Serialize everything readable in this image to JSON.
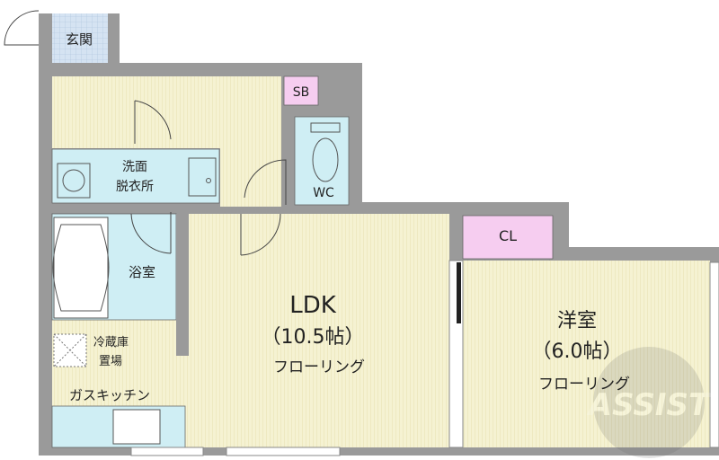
{
  "rooms": {
    "entrance": "玄関",
    "sb": "SB",
    "washroom_line1": "洗面",
    "washroom_line2": "脱衣所",
    "wc": "WC",
    "bath": "浴室",
    "ldk_name": "LDK",
    "ldk_size": "（10.5帖）",
    "ldk_floor": "フローリング",
    "fridge_line1": "冷蔵庫",
    "fridge_line2": "置場",
    "kitchen": "ガスキッチン",
    "cl": "CL",
    "western_name": "洋室",
    "western_size": "（6.0帖）",
    "western_floor": "フローリング"
  },
  "watermark": "ASSIST",
  "colors": {
    "wall": "#9a9a9a",
    "floor": "#f4f1cf",
    "wet_area": "#cfeef4",
    "storage": "#f6cdf0",
    "entrance": "#d5e3f2"
  }
}
